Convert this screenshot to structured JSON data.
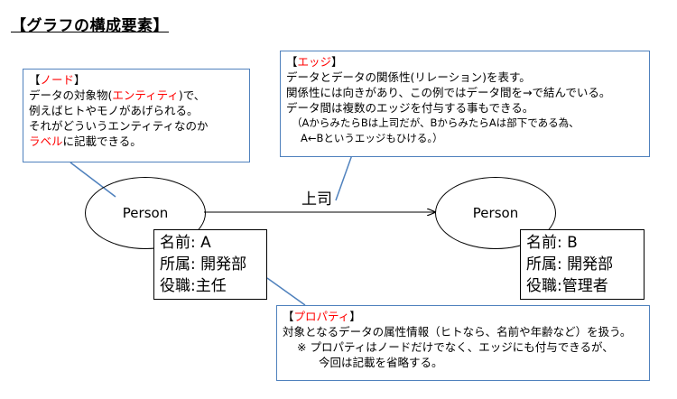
{
  "title": "【グラフの構成要素】",
  "node_callout": {
    "head_open": "【",
    "head_term": "ノード",
    "head_close": "】",
    "line1_pre": "データの対象物(",
    "line1_term": "エンティティ",
    "line1_post": ")で、",
    "line2": "例えばヒトやモノがあげられる。",
    "line3": "それがどういうエンティティなのか",
    "line4_term": "ラベル",
    "line4_post": "に記載できる。"
  },
  "edge_callout": {
    "head_open": "【",
    "head_term": "エッジ",
    "head_close": "】",
    "line1": "データとデータの関係性(リレーション)を表す。",
    "line2": "関係性には向きがあり、この例ではデータ間を→で結んでいる。",
    "line3": "データ間は複数のエッジを付与する事もできる。",
    "line4": "（AからみたらBは上司だが、BからみたらAは部下である為、",
    "line5": "A←Bというエッジもひける。）"
  },
  "property_callout": {
    "head_open": "【",
    "head_term": "プロパティ",
    "head_close": "】",
    "line1": "対象となるデータの属性情報（ヒトなら、名前や年齢など）を扱う。",
    "line2": "※ プロパティはノードだけでなく、エッジにも付与できるが、",
    "line3": "今回は記載を省略する。"
  },
  "node_a": {
    "label": "Person",
    "props": [
      "名前: A",
      "所属: 開発部",
      "役職:主任"
    ]
  },
  "node_b": {
    "label": "Person",
    "props": [
      "名前: B",
      "所属: 開発部",
      "役職:管理者"
    ]
  },
  "edge": {
    "label": "上司"
  },
  "colors": {
    "callout_border": "#4f81bd",
    "highlight": "#ff0000",
    "line": "#000000"
  }
}
